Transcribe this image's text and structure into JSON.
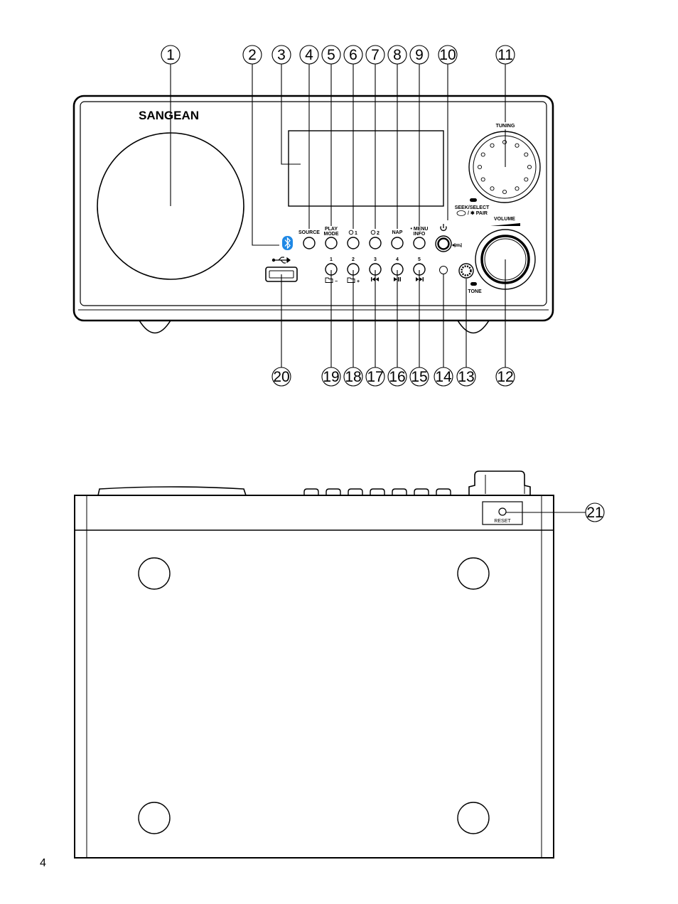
{
  "brand": "SANGEAN",
  "labels": {
    "tuning": "TUNING",
    "volume": "VOLUME",
    "seek_select": "SEEK/SELECT",
    "pair": "/ ✱ PAIR",
    "tone": "TONE",
    "source": "SOURCE",
    "play": "PLAY",
    "mode": "MODE",
    "alarm1": "1",
    "alarm2": "2",
    "nap": "NAP",
    "menu": "• MENU",
    "info": "INFO",
    "reset": "RESET",
    "preset1": "1",
    "preset2": "2",
    "preset3": "3",
    "preset4": "4",
    "preset5": "5",
    "folder_minus": "−",
    "folder_plus": "+"
  },
  "callouts": {
    "c1": "1",
    "c2": "2",
    "c3": "3",
    "c4": "4",
    "c5": "5",
    "c6": "6",
    "c7": "7",
    "c8": "8",
    "c9": "9",
    "c10": "10",
    "c11": "11",
    "c12": "12",
    "c13": "13",
    "c14": "14",
    "c15": "15",
    "c16": "16",
    "c17": "17",
    "c18": "18",
    "c19": "19",
    "c20": "20",
    "c21": "21"
  },
  "page_number": "4"
}
